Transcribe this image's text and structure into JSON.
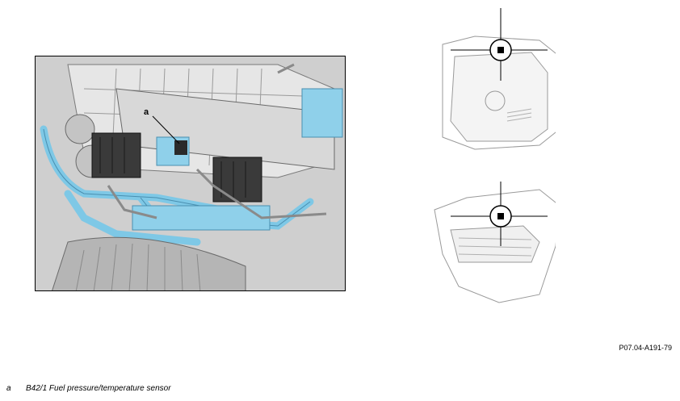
{
  "callout": {
    "letter": "a"
  },
  "figure_code": "P07.04-A191-79",
  "legend": [
    {
      "key": "a",
      "text": "B42/1 Fuel pressure/temperature sensor"
    }
  ],
  "colors": {
    "highlight_blue": "#7ec8e6",
    "engine_gray": "#b8b8b8",
    "component_dark": "#3a3a3a"
  }
}
